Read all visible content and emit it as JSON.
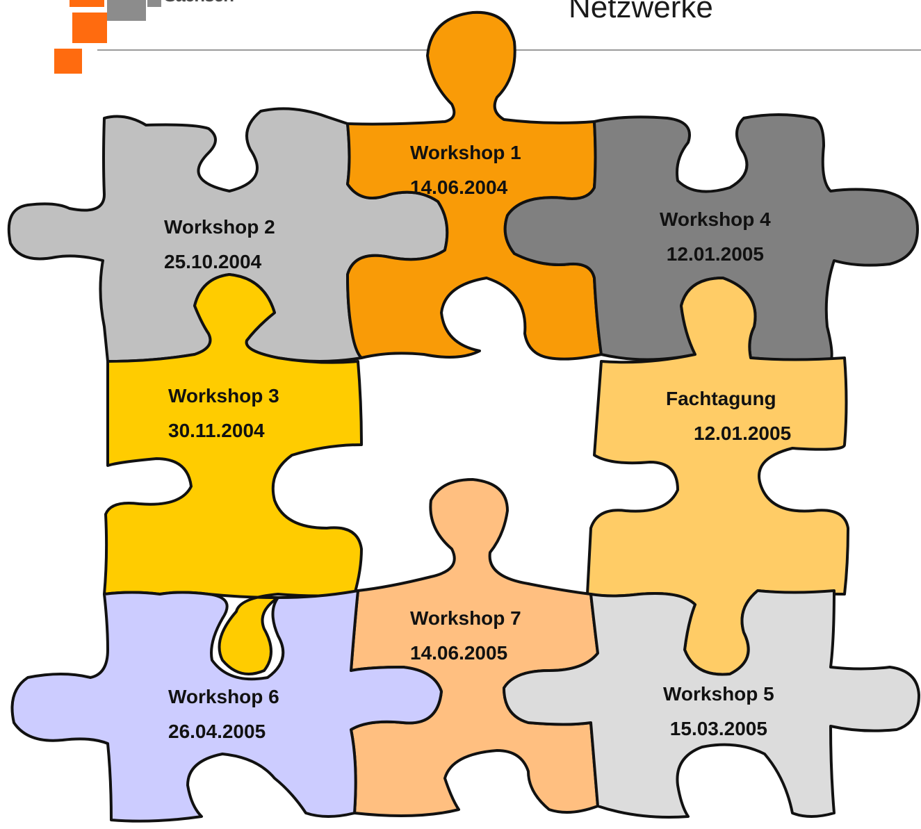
{
  "header": {
    "title": "Netzwerke",
    "logo_text": "Sachsen"
  },
  "colors": {
    "orange": "#F99B07",
    "gray_light": "#C0C0C0",
    "gray_dark": "#808080",
    "yellow": "#FFCC00",
    "light_orange": "#FFCC66",
    "lavender": "#CCCCFF",
    "peach": "#FFBF80",
    "pale_gray": "#DCDCDC",
    "logo_orange": "#FF6B0F",
    "logo_gray": "#8C8C8C"
  },
  "pieces": [
    {
      "id": "workshop-1",
      "name": "Workshop 1",
      "date": "14.06.2004"
    },
    {
      "id": "workshop-2",
      "name": "Workshop 2",
      "date": "25.10.2004"
    },
    {
      "id": "workshop-4",
      "name": "Workshop 4",
      "date": "12.01.2005"
    },
    {
      "id": "workshop-3",
      "name": "Workshop 3",
      "date": "30.11.2004"
    },
    {
      "id": "fachtagung",
      "name": "Fachtagung",
      "date": "12.01.2005"
    },
    {
      "id": "workshop-7",
      "name": "Workshop 7",
      "date": "14.06.2005"
    },
    {
      "id": "workshop-6",
      "name": "Workshop 6",
      "date": "26.04.2005"
    },
    {
      "id": "workshop-5",
      "name": "Workshop 5",
      "date": "15.03.2005"
    }
  ]
}
